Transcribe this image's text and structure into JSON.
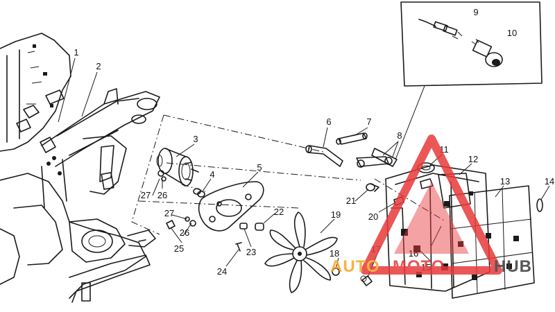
{
  "callouts": [
    {
      "num": "1"
    },
    {
      "num": "2"
    },
    {
      "num": "3"
    },
    {
      "num": "4"
    },
    {
      "num": "5"
    },
    {
      "num": "6"
    },
    {
      "num": "7"
    },
    {
      "num": "8"
    },
    {
      "num": "9"
    },
    {
      "num": "10"
    },
    {
      "num": "11"
    },
    {
      "num": "12"
    },
    {
      "num": "13"
    },
    {
      "num": "14"
    },
    {
      "num": "15"
    },
    {
      "num": "16"
    },
    {
      "num": "17"
    },
    {
      "num": "18"
    },
    {
      "num": "19"
    },
    {
      "num": "20"
    },
    {
      "num": "21"
    },
    {
      "num": "22"
    },
    {
      "num": "23"
    },
    {
      "num": "24"
    },
    {
      "num": "25"
    },
    {
      "num": "26a"
    },
    {
      "num": "26b"
    },
    {
      "num": "27a"
    },
    {
      "num": "27b"
    }
  ],
  "labels": {
    "c1": "1",
    "c2": "2",
    "c3": "3",
    "c4": "4",
    "c5": "5",
    "c6": "6",
    "c7": "7",
    "c8": "8",
    "c9": "9",
    "c10": "10",
    "c11": "11",
    "c12": "12",
    "c13": "13",
    "c14": "14",
    "c15": "15",
    "c16": "16",
    "c17": "17",
    "c18": "18",
    "c19": "19",
    "c20": "20",
    "c21": "21",
    "c22": "22",
    "c23": "23",
    "c24": "24",
    "c25": "25",
    "c26a": "26",
    "c26b": "26",
    "c27a": "27",
    "c27b": "27"
  },
  "watermark": {
    "text_a": "AUTO",
    "text_b": "MOTO",
    "text_c": "HUB",
    "color_red": "#e8393a",
    "color_orange": "#f5a524",
    "color_dark": "#3a3a3a"
  },
  "colors": {
    "line": "#1a1a1a",
    "background": "#ffffff"
  }
}
